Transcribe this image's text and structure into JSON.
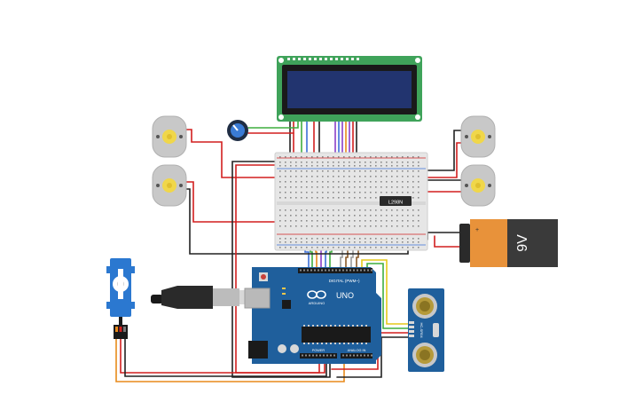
{
  "components": {
    "arduino": {
      "brand": "ARDUINO",
      "model": "UNO",
      "digital_label": "DIGITAL (PWM~)",
      "power_label": "POWER",
      "analog_label": "ANALOG IN"
    },
    "driver_ic": {
      "label": "L298N"
    },
    "battery": {
      "label": "9V"
    },
    "ultrasonic": {
      "label": "HC-SR04"
    }
  },
  "colors": {
    "board_blue": "#1f5f9c",
    "breadboard": "#e6e6e6",
    "lcd_pcb": "#3fa35a",
    "lcd_screen": "#22346f",
    "battery_orange": "#e8923a",
    "battery_dark": "#3a3a3a",
    "wire_red": "#d21f1f",
    "wire_black": "#222222",
    "wire_orange": "#e88a1a",
    "wire_yellow": "#e5c91a",
    "wire_green": "#3fae3f",
    "wire_blue": "#3b6fd8",
    "wire_purple": "#8b3fc8",
    "wire_gray": "#9a9a9a",
    "wire_brown": "#8a5a2a",
    "servo_blue": "#2b78d0",
    "motor_gray": "#c8c8c8",
    "motor_shaft": "#f0d74a"
  },
  "icons": [
    "dc-motor-icon",
    "potentiometer-icon",
    "usb-cable-icon",
    "servo-icon",
    "battery-icon",
    "ultrasonic-sensor-icon",
    "lcd-display-icon",
    "breadboard-icon",
    "arduino-board-icon",
    "ic-chip-icon"
  ]
}
